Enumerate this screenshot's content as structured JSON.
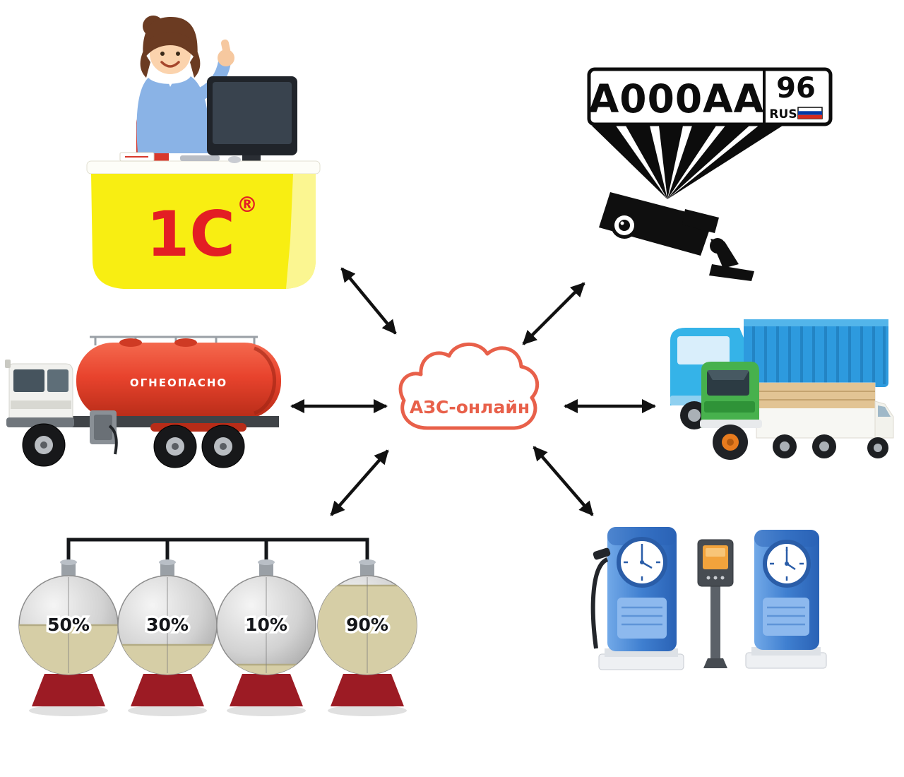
{
  "cloud": {
    "label": "АЗС-онлайн"
  },
  "operator": {
    "logo_text": "1С",
    "logo_reg": "®"
  },
  "camera": {
    "plate_number": "А000АА",
    "plate_region": "96",
    "plate_country": "RUS"
  },
  "fuel_truck": {
    "tank_label": "ОГНЕОПАСНО"
  },
  "tanks": {
    "levels": [
      "50%",
      "30%",
      "10%",
      "90%"
    ],
    "values": [
      50,
      30,
      10,
      90
    ]
  },
  "colors": {
    "accent": "#e8604a",
    "logo_red": "#e31e24",
    "desk_yellow": "#f8ee12",
    "tanker_red": "#e8432d",
    "tank_liquid": "#d6cea6",
    "base_red": "#9c1b24",
    "pump_blue": "#3f7fd0",
    "truck_blue": "#2d9ade",
    "truck_green": "#47b14d",
    "arrow": "#111111"
  }
}
